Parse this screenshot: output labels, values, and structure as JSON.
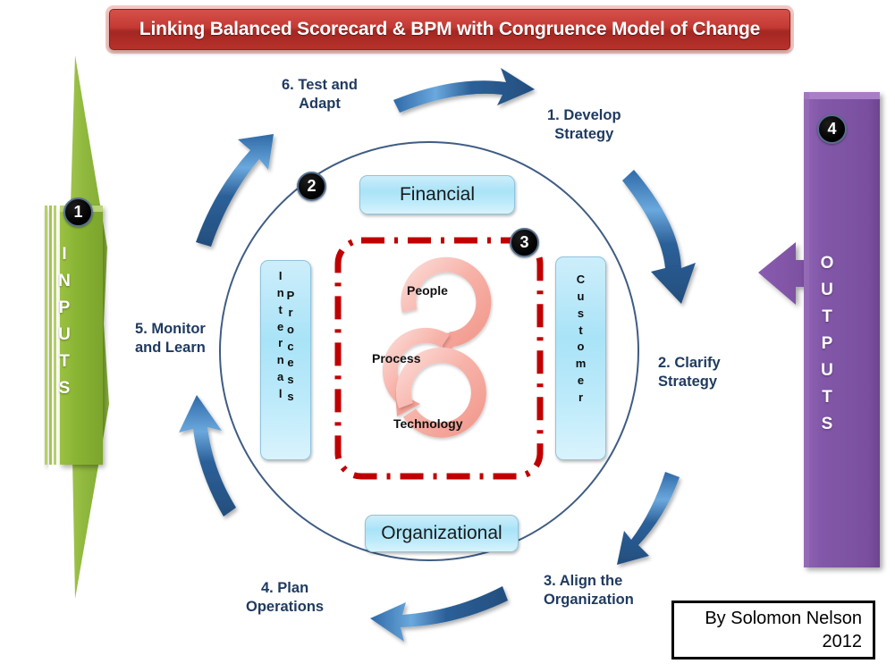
{
  "title": {
    "text": "Linking Balanced Scorecard & BPM with Congruence Model of Change",
    "bg_color": "#b8312b",
    "text_color": "#ffffff"
  },
  "inputs": {
    "label": "INPUTS",
    "letters": [
      "I",
      "N",
      "P",
      "U",
      "T",
      "S"
    ],
    "badge": "1",
    "color": "#8cb33c"
  },
  "outputs": {
    "label": "OUTPUTS",
    "letters": [
      "O",
      "U",
      "T",
      "P",
      "U",
      "T",
      "S"
    ],
    "badge": "4",
    "color": "#8a5bad"
  },
  "cycle": {
    "badge_2": "2",
    "badge_3": "3",
    "circle_color": "#3f5c84",
    "steps": [
      {
        "id": "step-1",
        "line1": "1. Develop",
        "line2": "Strategy"
      },
      {
        "id": "step-2",
        "line1": "2. Clarify",
        "line2": "Strategy"
      },
      {
        "id": "step-3",
        "line1": "3. Align the",
        "line2": "Organization"
      },
      {
        "id": "step-4",
        "line1": "4. Plan",
        "line2": "Operations"
      },
      {
        "id": "step-5",
        "line1": "5. Monitor",
        "line2": "and Learn"
      },
      {
        "id": "step-6",
        "line1": "6. Test and",
        "line2": "Adapt"
      }
    ]
  },
  "scorecard": {
    "financial": "Financial",
    "organizational": "Organizational",
    "internal": "Internal",
    "process": "Process",
    "customer": "Customer",
    "internal_letters": [
      "I",
      "n",
      "t",
      "e",
      "r",
      "n",
      "a",
      "l"
    ],
    "process_letters": [
      "P",
      "r",
      "o",
      "c",
      "e",
      "s",
      "s"
    ],
    "customer_letters": [
      "C",
      "u",
      "s",
      "t",
      "o",
      "m",
      "e",
      "r"
    ],
    "box_color": "#a9e3f7"
  },
  "congruence": {
    "frame_color": "#c00000",
    "nodes": [
      "People",
      "Process",
      "Technology"
    ],
    "people": "People",
    "process": "Process",
    "technology": "Technology",
    "arrow_color": "#f5a9a0"
  },
  "attribution": {
    "line1": "By Solomon Nelson",
    "line2": "2012"
  }
}
